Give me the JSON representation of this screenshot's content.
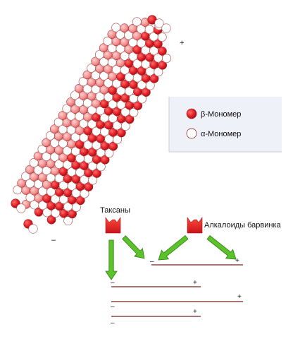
{
  "colors": {
    "beta": "#e21f26",
    "alpha": "#ffffff",
    "beta_light": "#f0908f",
    "outline": "#9a2a2a",
    "arrow": "#5cc22a",
    "arrow_edge": "#2e7d12",
    "filament": "#7a1f1f",
    "legend_bg": "#eef1f7"
  },
  "microtubule": {
    "plus_end": "+",
    "minus_end": "–"
  },
  "legend": {
    "beta_label": "β-Мономер",
    "alpha_label": "α-Мономер"
  },
  "drugs": {
    "taxanes_label": "Таксаны",
    "vinca_label": "Алкалоиды барвинка",
    "icons": [
      "receptor-cup-icon",
      "receptor-cup-icon"
    ]
  },
  "filaments": [
    {
      "minus": "–",
      "plus": "+"
    },
    {
      "minus": "–",
      "plus": "+"
    },
    {
      "minus": "–",
      "plus": "+"
    },
    {
      "minus": "–",
      "plus": "+"
    }
  ]
}
